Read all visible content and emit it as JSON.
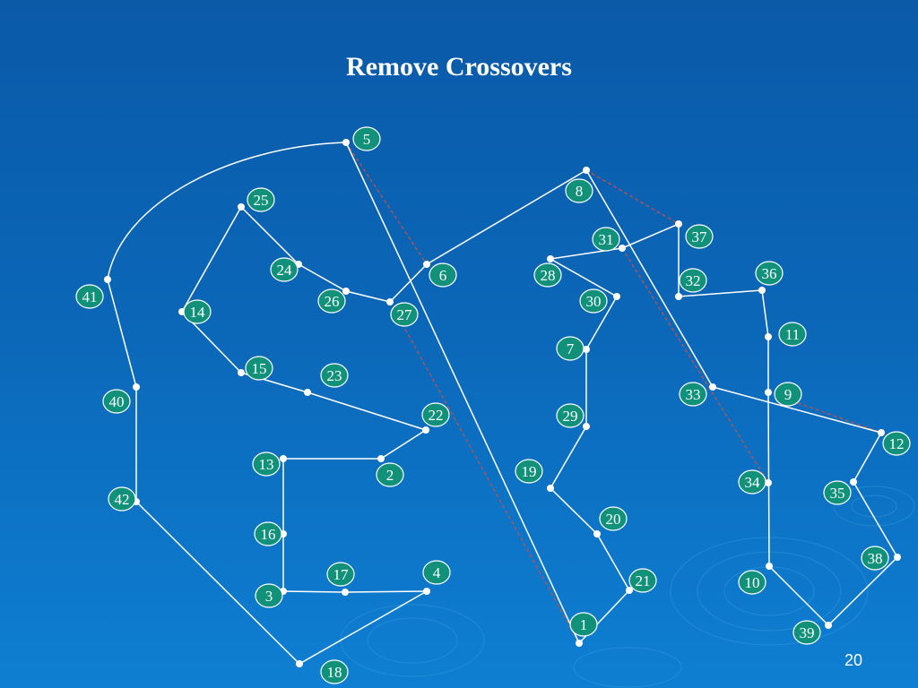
{
  "title": "Remove Crossovers",
  "page_number": "20",
  "colors": {
    "edge": "#ffffff",
    "removed_edge": "#c0504d",
    "badge_fill": "#12917a",
    "badge_stroke": "#ffffff",
    "node": "#ffffff"
  },
  "nodes": [
    {
      "id": "1"
    },
    {
      "id": "2"
    },
    {
      "id": "3"
    },
    {
      "id": "4"
    },
    {
      "id": "5"
    },
    {
      "id": "6"
    },
    {
      "id": "7"
    },
    {
      "id": "8"
    },
    {
      "id": "9"
    },
    {
      "id": "10"
    },
    {
      "id": "11"
    },
    {
      "id": "12"
    },
    {
      "id": "13"
    },
    {
      "id": "14"
    },
    {
      "id": "15"
    },
    {
      "id": "16"
    },
    {
      "id": "17"
    },
    {
      "id": "18"
    },
    {
      "id": "19"
    },
    {
      "id": "20"
    },
    {
      "id": "21"
    },
    {
      "id": "22"
    },
    {
      "id": "23"
    },
    {
      "id": "24"
    },
    {
      "id": "25"
    },
    {
      "id": "26"
    },
    {
      "id": "27"
    },
    {
      "id": "28"
    },
    {
      "id": "29"
    },
    {
      "id": "30"
    },
    {
      "id": "31"
    },
    {
      "id": "32"
    },
    {
      "id": "33"
    },
    {
      "id": "34"
    },
    {
      "id": "35"
    },
    {
      "id": "36"
    },
    {
      "id": "37"
    },
    {
      "id": "38"
    },
    {
      "id": "39"
    },
    {
      "id": "40"
    },
    {
      "id": "41"
    },
    {
      "id": "42"
    }
  ],
  "tour_edges": [
    [
      "5",
      "41"
    ],
    [
      "41",
      "40"
    ],
    [
      "40",
      "42"
    ],
    [
      "42",
      "18"
    ],
    [
      "18",
      "4"
    ],
    [
      "4",
      "17"
    ],
    [
      "17",
      "3"
    ],
    [
      "3",
      "16"
    ],
    [
      "16",
      "13"
    ],
    [
      "13",
      "2"
    ],
    [
      "2",
      "22"
    ],
    [
      "22",
      "23"
    ],
    [
      "23",
      "15"
    ],
    [
      "15",
      "14"
    ],
    [
      "14",
      "25"
    ],
    [
      "25",
      "24"
    ],
    [
      "24",
      "26"
    ],
    [
      "26",
      "27"
    ],
    [
      "27",
      "6"
    ],
    [
      "6",
      "8"
    ],
    [
      "8",
      "33"
    ],
    [
      "33",
      "12"
    ],
    [
      "12",
      "35"
    ],
    [
      "35",
      "38"
    ],
    [
      "38",
      "39"
    ],
    [
      "39",
      "10"
    ],
    [
      "10",
      "9"
    ],
    [
      "9",
      "11"
    ],
    [
      "11",
      "36"
    ],
    [
      "36",
      "32"
    ],
    [
      "32",
      "37"
    ],
    [
      "37",
      "31"
    ],
    [
      "31",
      "28"
    ],
    [
      "28",
      "30"
    ],
    [
      "30",
      "7"
    ],
    [
      "7",
      "29"
    ],
    [
      "29",
      "19"
    ],
    [
      "19",
      "20"
    ],
    [
      "20",
      "21"
    ],
    [
      "21",
      "1"
    ],
    [
      "1",
      "5"
    ]
  ],
  "removed_edges": [
    [
      "5",
      "6"
    ],
    [
      "27",
      "1"
    ],
    [
      "8",
      "37"
    ],
    [
      "31",
      "34"
    ],
    [
      "9",
      "12"
    ]
  ]
}
